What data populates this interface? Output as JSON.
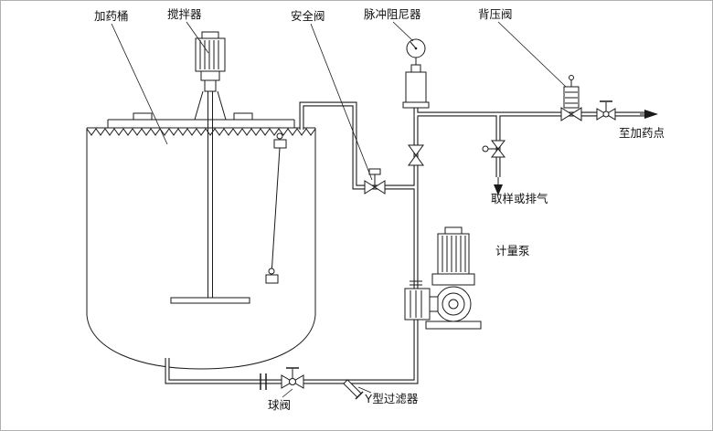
{
  "diagram": {
    "labels": {
      "tank": "加药桶",
      "agitator": "搅拌器",
      "safety_valve": "安全阀",
      "pulse_damper": "脉冲阻尼器",
      "back_pressure_valve": "背压阀",
      "to_dosing_point": "至加药点",
      "sample_or_vent": "取样或排气",
      "metering_pump": "计量泵",
      "ball_valve": "球阀",
      "y_strainer": "Y型过滤器"
    },
    "colors": {
      "line": "#1a1a1a",
      "background": "#ffffff",
      "border": "#b0b0b0"
    }
  }
}
